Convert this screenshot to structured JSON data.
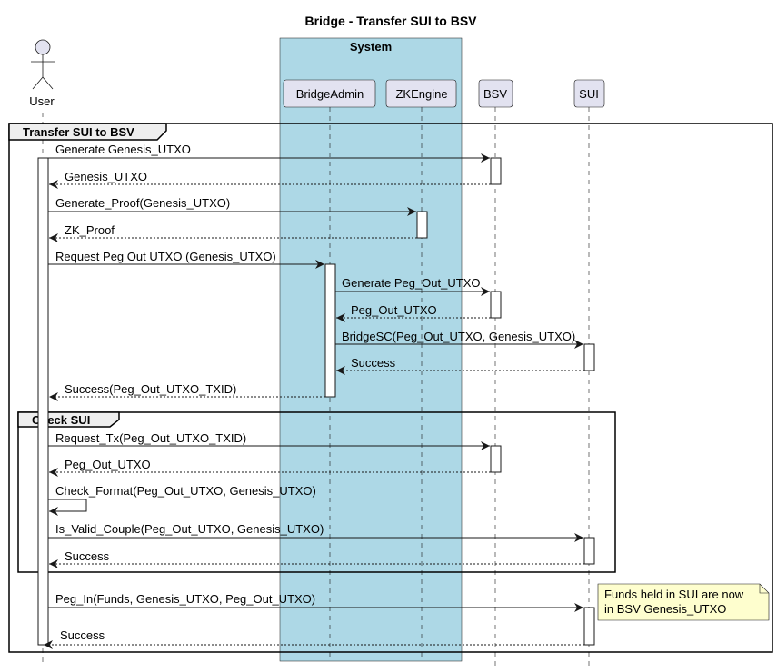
{
  "title": "Bridge - Transfer SUI to BSV",
  "box": {
    "label": "System",
    "color": "#add8e6"
  },
  "participants": {
    "user": "User",
    "bridgeadmin": "BridgeAdmin",
    "zkengine": "ZKEngine",
    "bsv": "BSV",
    "sui": "SUI"
  },
  "frames": {
    "outer": "Transfer SUI to BSV",
    "inner": "Check SUI"
  },
  "messages": {
    "m1": "Generate Genesis_UTXO",
    "m2": "Genesis_UTXO",
    "m3": "Generate_Proof(Genesis_UTXO)",
    "m4": "ZK_Proof",
    "m5": "Request Peg Out UTXO (Genesis_UTXO)",
    "m6": "Generate Peg_Out_UTXO",
    "m7": "Peg_Out_UTXO",
    "m8": "BridgeSC(Peg_Out_UTXO, Genesis_UTXO)",
    "m9": "Success",
    "m10": "Success(Peg_Out_UTXO_TXID)",
    "m11": "Request_Tx(Peg_Out_UTXO_TXID)",
    "m12": "Peg_Out_UTXO",
    "m13": "Check_Format(Peg_Out_UTXO, Genesis_UTXO)",
    "m14": "Is_Valid_Couple(Peg_Out_UTXO, Genesis_UTXO)",
    "m15": "Success",
    "m16": "Peg_In(Funds, Genesis_UTXO, Peg_Out_UTXO)",
    "m17": "Success"
  },
  "note": {
    "line1": "Funds held in SUI are now",
    "line2": "in BSV Genesis_UTXO"
  }
}
